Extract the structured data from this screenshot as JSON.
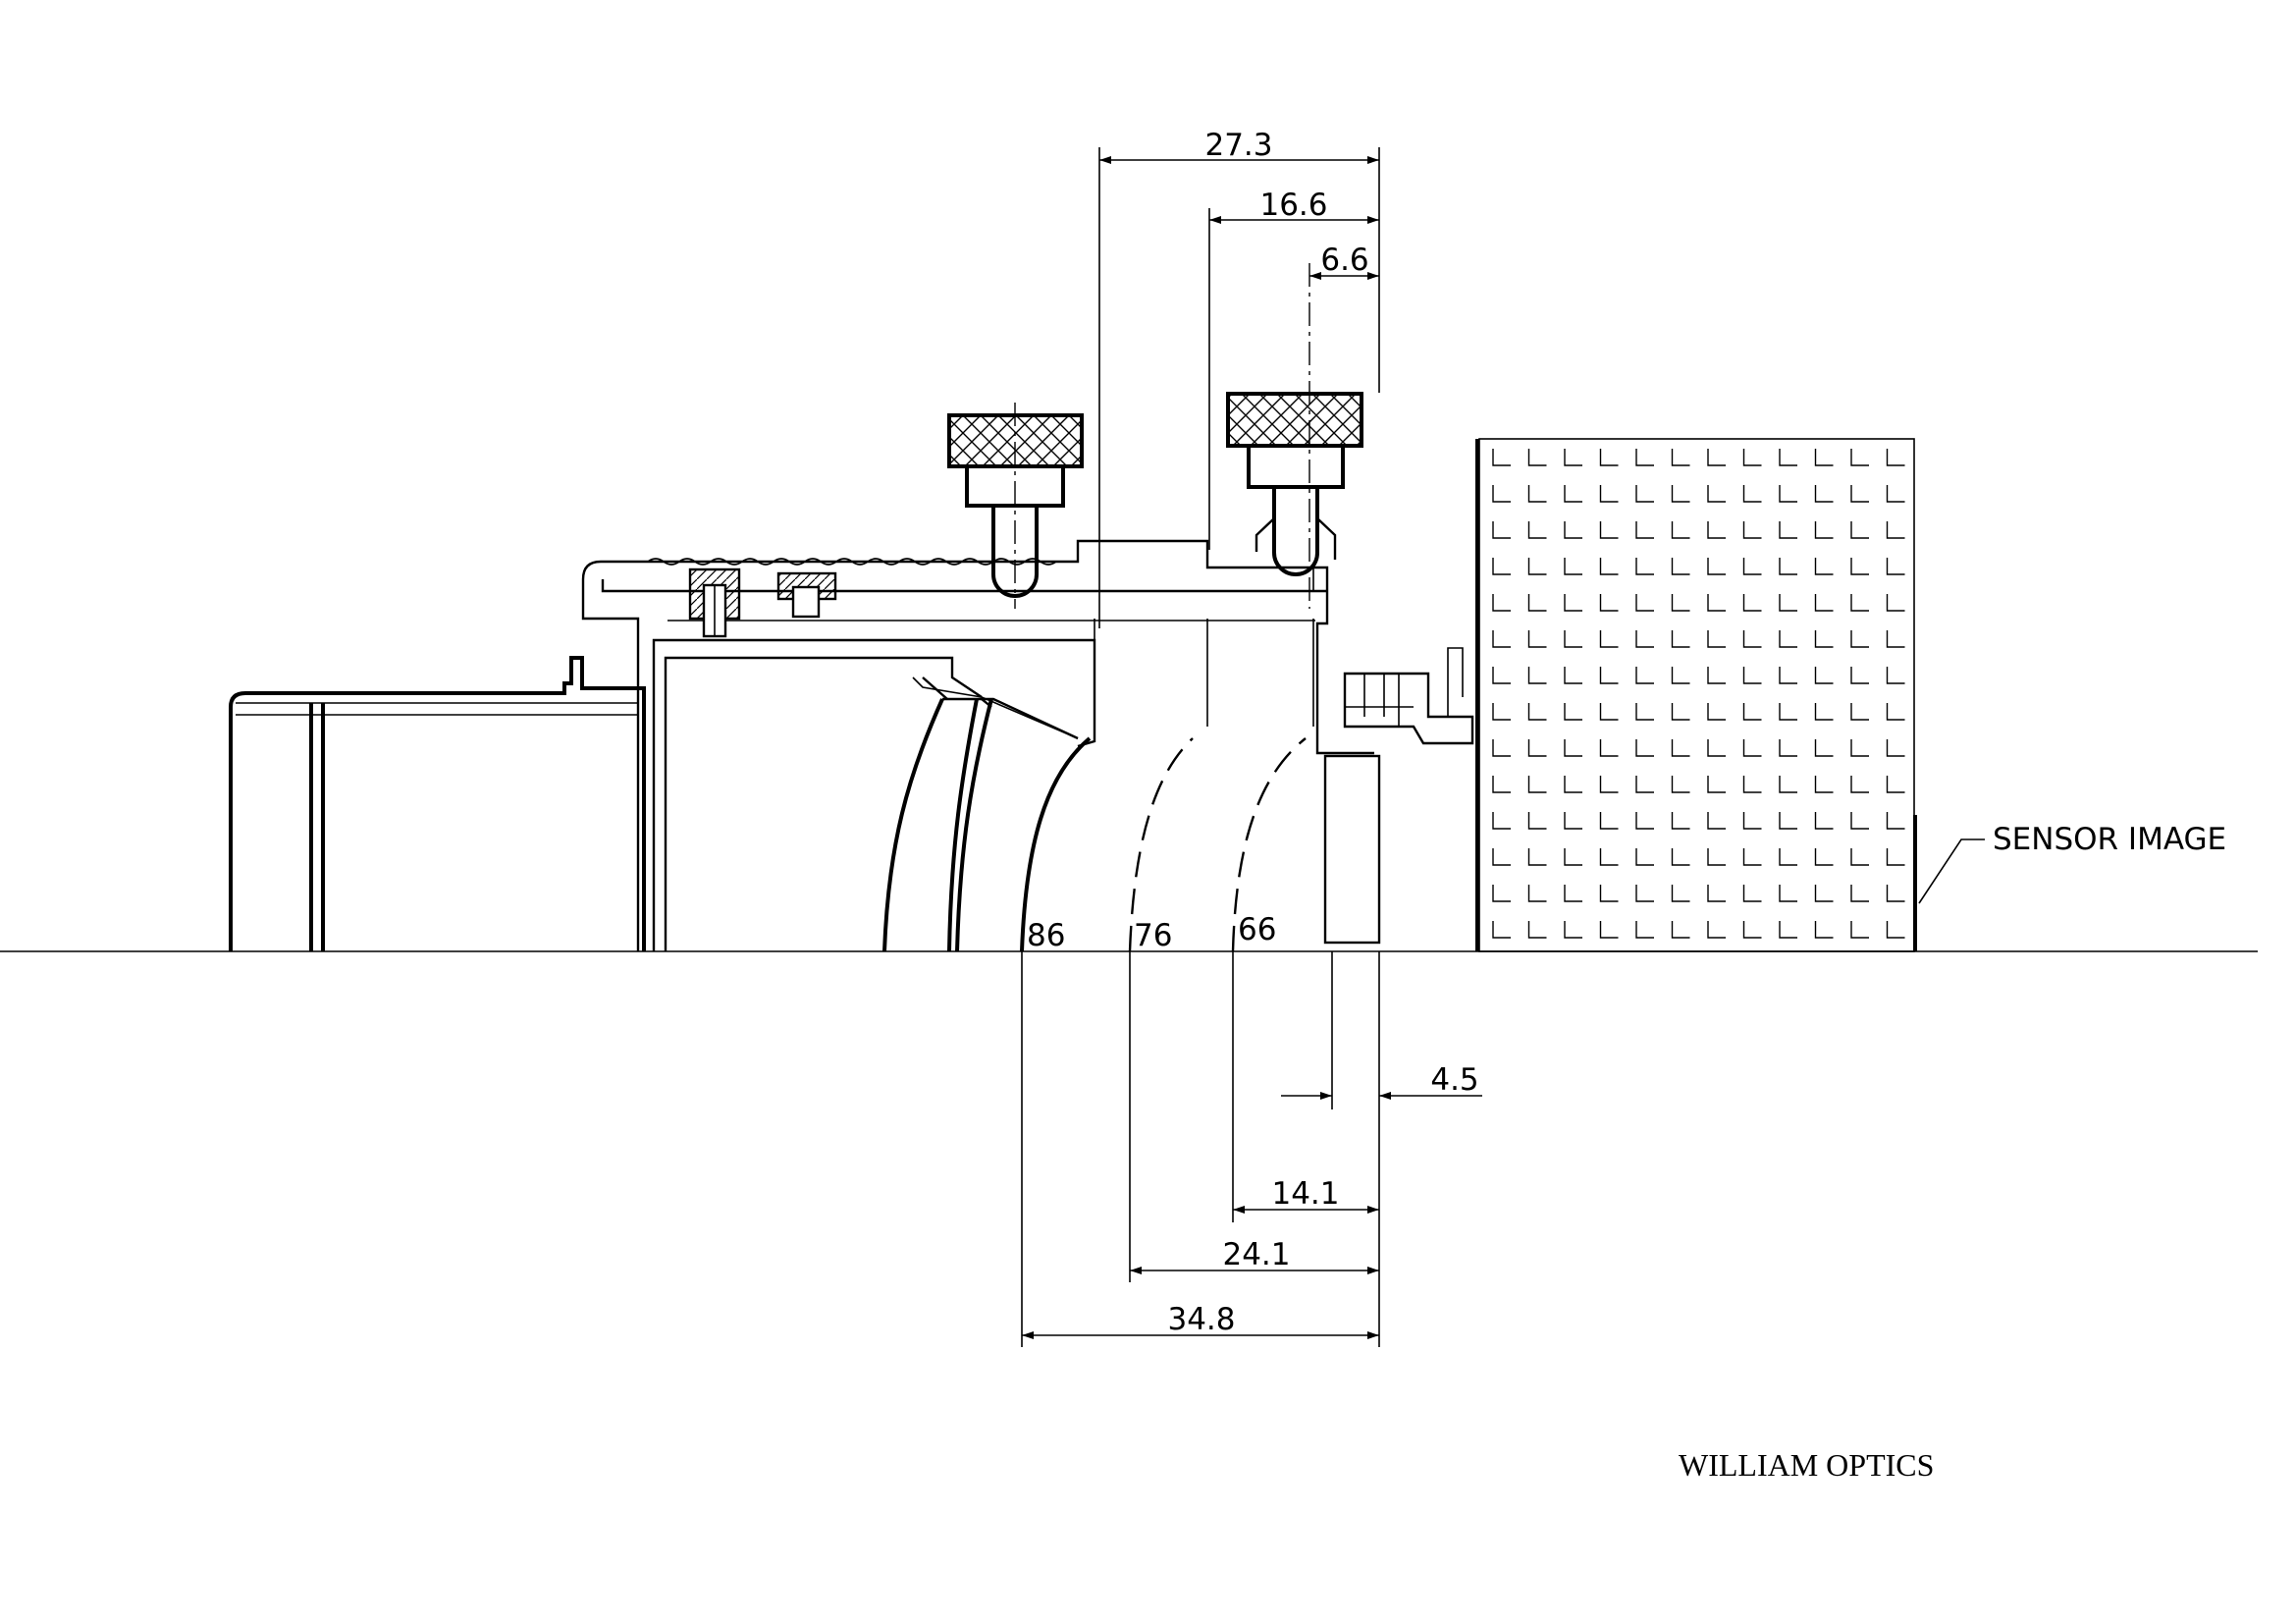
{
  "drawing": {
    "dimensions_top": [
      "27.3",
      "16.6",
      "6.6"
    ],
    "dimensions_bottom": [
      "4.5",
      "14.1",
      "24.1",
      "34.8"
    ],
    "radius_labels": [
      "86",
      "76",
      "66"
    ],
    "callout": "SENSOR IMAGE",
    "brand": "WILLIAM OPTICS"
  }
}
